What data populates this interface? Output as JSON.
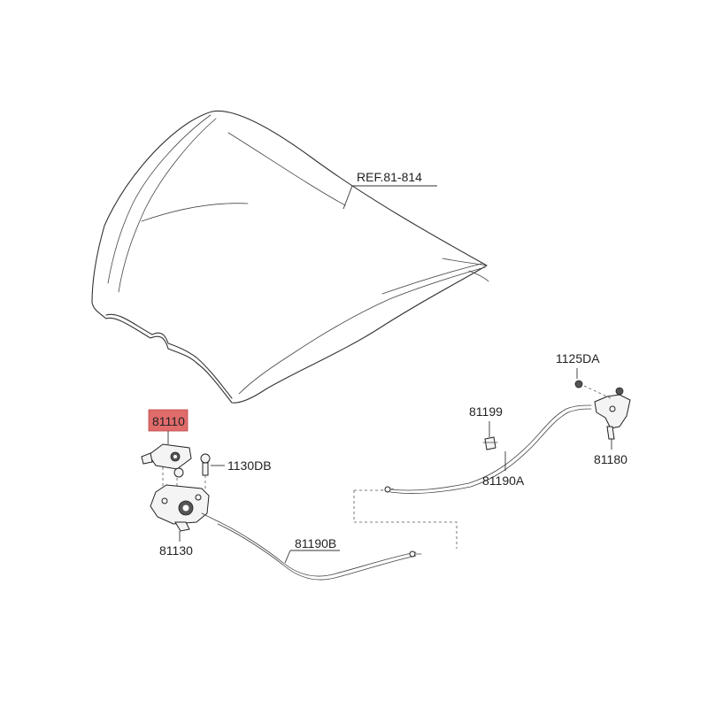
{
  "colors": {
    "highlight": "#e06b6b",
    "line": "#333333",
    "background": "#ffffff"
  },
  "labels": {
    "hood_ref": "REF.81-814",
    "latch": "81110",
    "bolt": "1130DB",
    "latch_assy": "81130",
    "cable_lower": "81190B",
    "clip": "81199",
    "cable_upper": "81190A",
    "handle_bolt": "1125DA",
    "release_handle": "81180"
  },
  "highlighted_part": "81110"
}
